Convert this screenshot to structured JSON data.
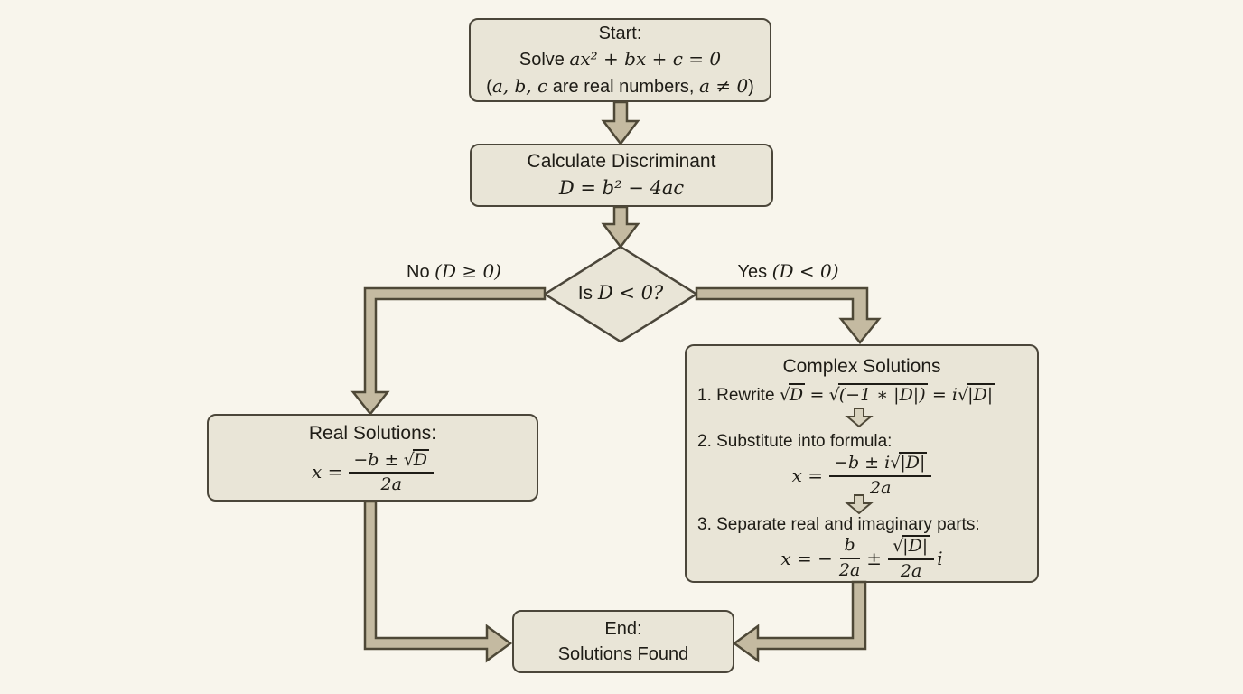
{
  "colors": {
    "background": "#f8f5ec",
    "box_fill": "#e9e5d7",
    "box_border": "#4b463a",
    "arrow_fill": "#c4baa1",
    "arrow_small_fill": "#d9d3bf",
    "arrow_stroke": "#4e4837",
    "text": "#1e1c16"
  },
  "start": {
    "title": "Start:",
    "solve_word": "Solve",
    "equation": "ax² + bx + c = 0",
    "cond_open": "(",
    "cond_vars": "a, b, c",
    "cond_text": " are real numbers, ",
    "cond_math": "a ≠ 0",
    "cond_close": ")"
  },
  "discriminant": {
    "line1": "Calculate Discriminant",
    "formula": "D = b² − 4ac"
  },
  "decision": {
    "prefix": "Is ",
    "math": "D < 0?"
  },
  "branches": {
    "no_prefix": "No ",
    "no_math": "(D ≥ 0)",
    "yes_prefix": "Yes ",
    "yes_math": "(D < 0)"
  },
  "real": {
    "title": "Real Solutions:",
    "lhs": "x =",
    "num_pre": "−b ±",
    "sqrt": "√",
    "radicand": "D",
    "den": "2a"
  },
  "complex": {
    "title": "Complex Solutions",
    "step1_label": "1. Rewrite",
    "s1_sqrt": "√",
    "s1_rad": "D",
    "s1_eq": "=",
    "s1_sqrt2": "√",
    "s1_rad2": "(−1 ∗ |D|)",
    "s1_eq2": "= i",
    "s1_sqrt3": "√",
    "s1_rad3": "|D|",
    "step2_label": "2. Substitute into formula:",
    "s2_lhs": "x =",
    "s2_num_pre": "−b ± i",
    "s2_sqrt": "√",
    "s2_rad": "|D|",
    "s2_den": "2a",
    "step3_label": "3. Separate real and imaginary parts:",
    "s3_lhs": "x = −",
    "f1_num": "b",
    "f1_den": "2a",
    "s3_pm": "±",
    "f2_sqrt": "√",
    "f2_rad": "|D|",
    "f2_den": "2a",
    "s3_i": "i"
  },
  "end": {
    "line1": "End:",
    "line2": "Solutions Found"
  }
}
